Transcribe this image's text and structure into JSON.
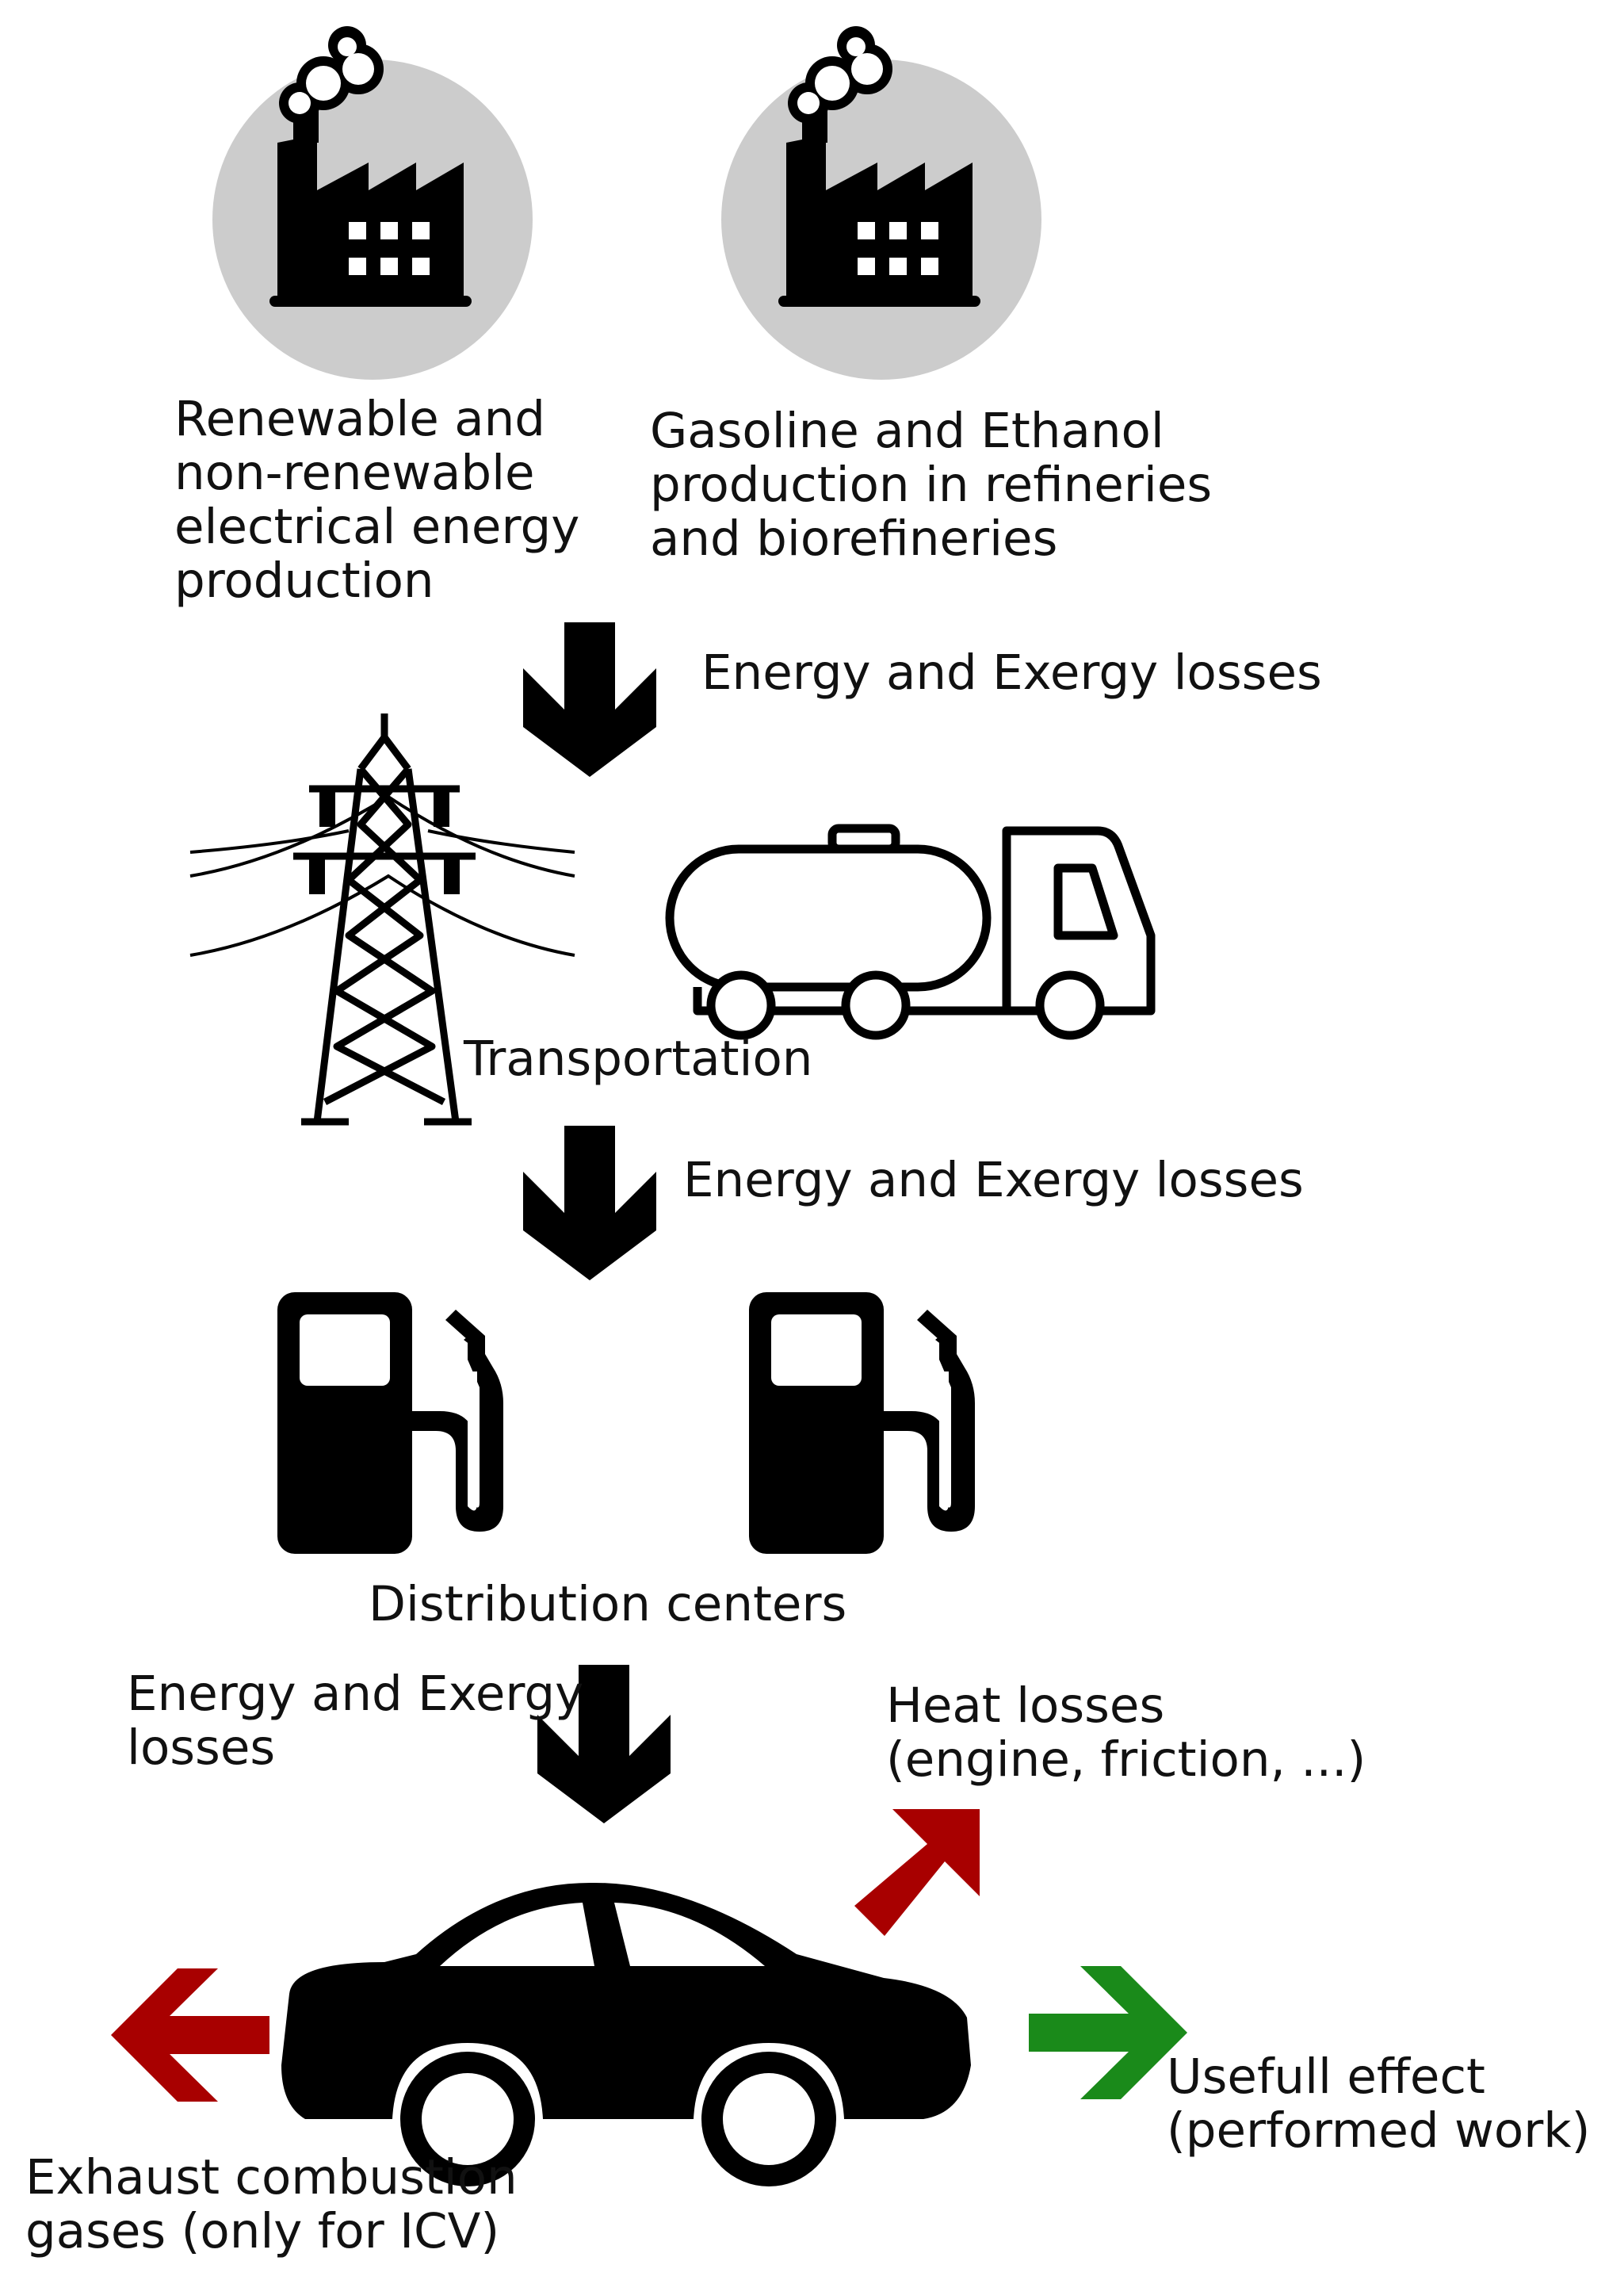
{
  "sources": {
    "electricity_label": "Renewable and\nnon-renewable\nelectrical energy\nproduction",
    "fuel_label": "Gasoline and Ethanol\nproduction in refineries\nand biorefineries"
  },
  "losses": {
    "stage1": "Energy and Exergy losses",
    "stage2": "Energy and Exergy losses",
    "stage3": "Energy and Exergy\nlosses"
  },
  "transport": {
    "label": "Transportation"
  },
  "distribution": {
    "label": "Distribution centers"
  },
  "vehicle": {
    "heat_label": "Heat losses\n(engine, friction, ...)",
    "useful_label": "Usefull effect\n(performed work)",
    "exhaust_label": "Exhaust combustion\ngases (only for ICV)"
  },
  "colors": {
    "icon": "#000000",
    "circle": "#cccccc",
    "loss_arrow": "#a80000",
    "useful_arrow": "#1a8a1a"
  },
  "icons": [
    "factory-icon",
    "factory-icon",
    "power-tower-icon",
    "tanker-truck-icon",
    "fuel-pump-icon",
    "fuel-pump-icon",
    "car-icon"
  ]
}
